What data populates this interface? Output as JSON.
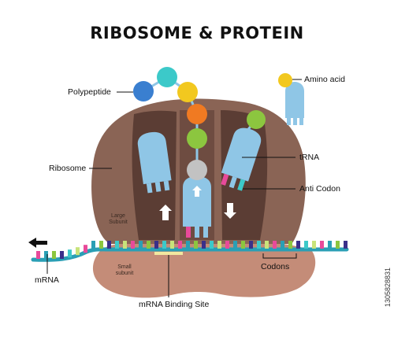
{
  "title": "RIBOSOME & PROTEIN",
  "labels": {
    "polypeptide": "Polypeptide",
    "amino_acid": "Amino acid",
    "ribosome": "Ribosome",
    "trna": "tRNA",
    "anti_codon": "Anti Codon",
    "large_subunit": "Large Subunit",
    "small_subunit": "Small subunit",
    "mrna": "mRNA",
    "codons": "Codons",
    "mrna_binding_site": "mRNA Binding Site"
  },
  "stock_id": "1305828831",
  "colors": {
    "large_subunit": "#8a6455",
    "large_subunit_dark": "#5b3d34",
    "small_subunit": "#c48c78",
    "trna": "#8fc6e6",
    "mrna_backbone": "#2a9fb5",
    "amino_blue": "#3a7fd0",
    "amino_teal": "#3cc9c9",
    "amino_yellow": "#f2c81f",
    "amino_orange": "#f07a22",
    "amino_green": "#8cc63f",
    "amino_gray": "#c2c2c2"
  },
  "icons": [
    "arrow-left-icon",
    "arrow-up-icon",
    "arrow-down-icon"
  ]
}
